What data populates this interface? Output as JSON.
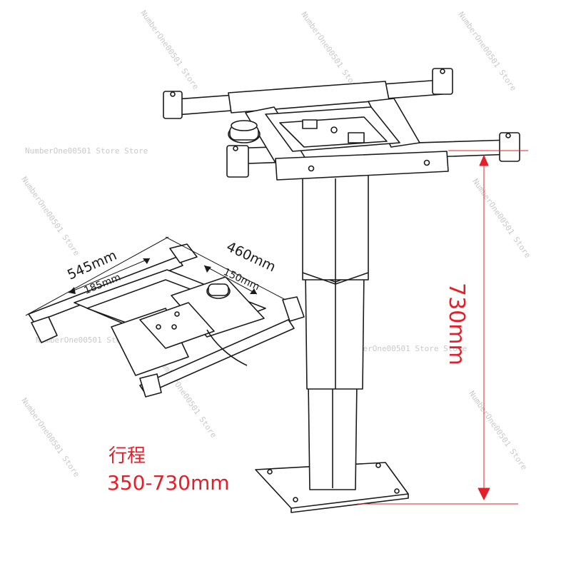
{
  "watermark": "NumberOne00501 Store",
  "watermark_long": "NumberOne00501 Store Store",
  "dimensions": {
    "length": "545mm",
    "width": "460mm",
    "inner_length": "185mm",
    "inner_width": "150mm",
    "max_height": "730mm"
  },
  "stroke": {
    "label": "行程",
    "range": "350-730mm"
  },
  "colors": {
    "accent": "#e3202a",
    "line": "#1a1a1a"
  }
}
